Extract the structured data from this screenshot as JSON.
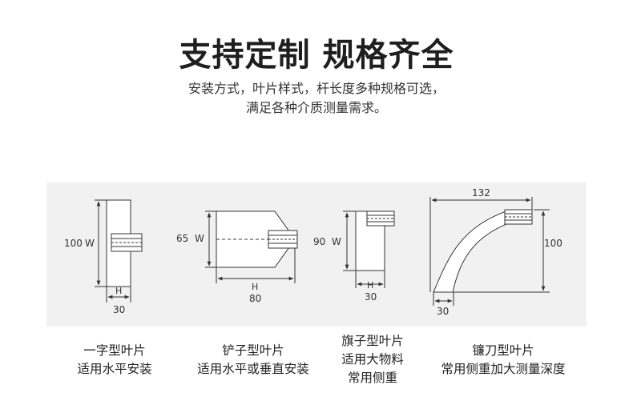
{
  "header": {
    "title": "支持定制 规格齐全",
    "subtitle_line1": "安装方式，叶片样式，杆长度多种规格可选，",
    "subtitle_line2": "满足各种介质测量需求。"
  },
  "diagrams": {
    "d1": {
      "w_value": "100",
      "w_letter": "W",
      "h_letter": "H",
      "h_value": "30"
    },
    "d2": {
      "w_value": "65",
      "w_letter": "W",
      "h_letter": "H",
      "h_value": "80"
    },
    "d3": {
      "w_value": "90",
      "w_letter": "W",
      "h_letter": "H",
      "h_value": "30"
    },
    "d4": {
      "top_value": "132",
      "side_value": "100",
      "bottom_value": "30"
    }
  },
  "captions": {
    "c1": {
      "line1": "一字型叶片",
      "line2": "适用水平安装"
    },
    "c2": {
      "line1": "铲子型叶片",
      "line2": "适用水平或垂直安装"
    },
    "c3": {
      "line1": "旗子型叶片",
      "line2": "适用大物料",
      "line3": "常用侧重"
    },
    "c4": {
      "line1": "镰刀型叶片",
      "line2": "常用侧重加大测量深度"
    }
  }
}
